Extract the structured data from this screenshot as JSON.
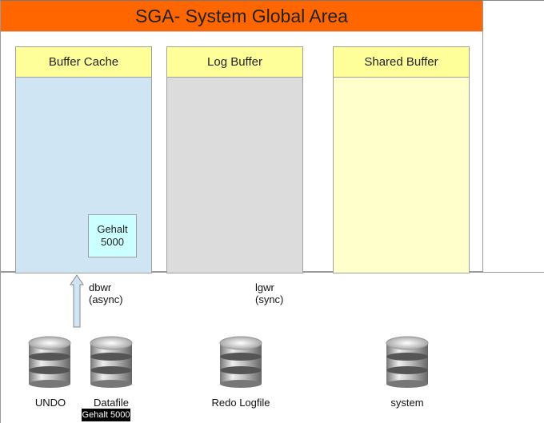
{
  "title": "SGA- System Global Area",
  "buffers": [
    {
      "label": "Buffer Cache",
      "color": "#cfe5f3"
    },
    {
      "label": "Log Buffer",
      "color": "#dcdcdc"
    },
    {
      "label": "Shared Buffer",
      "color": "#ffffcc"
    }
  ],
  "cache_entry": {
    "line1": "Gehalt",
    "line2": "5000"
  },
  "processes": {
    "dbwr": "dbwr",
    "dbwr_mode": "(async)",
    "lgwr": "lgwr",
    "lgwr_mode": "(sync)"
  },
  "files": [
    "UNDO",
    "Datafile",
    "Redo Logfile",
    "system"
  ],
  "datafile_entry": "Gehalt 5000"
}
